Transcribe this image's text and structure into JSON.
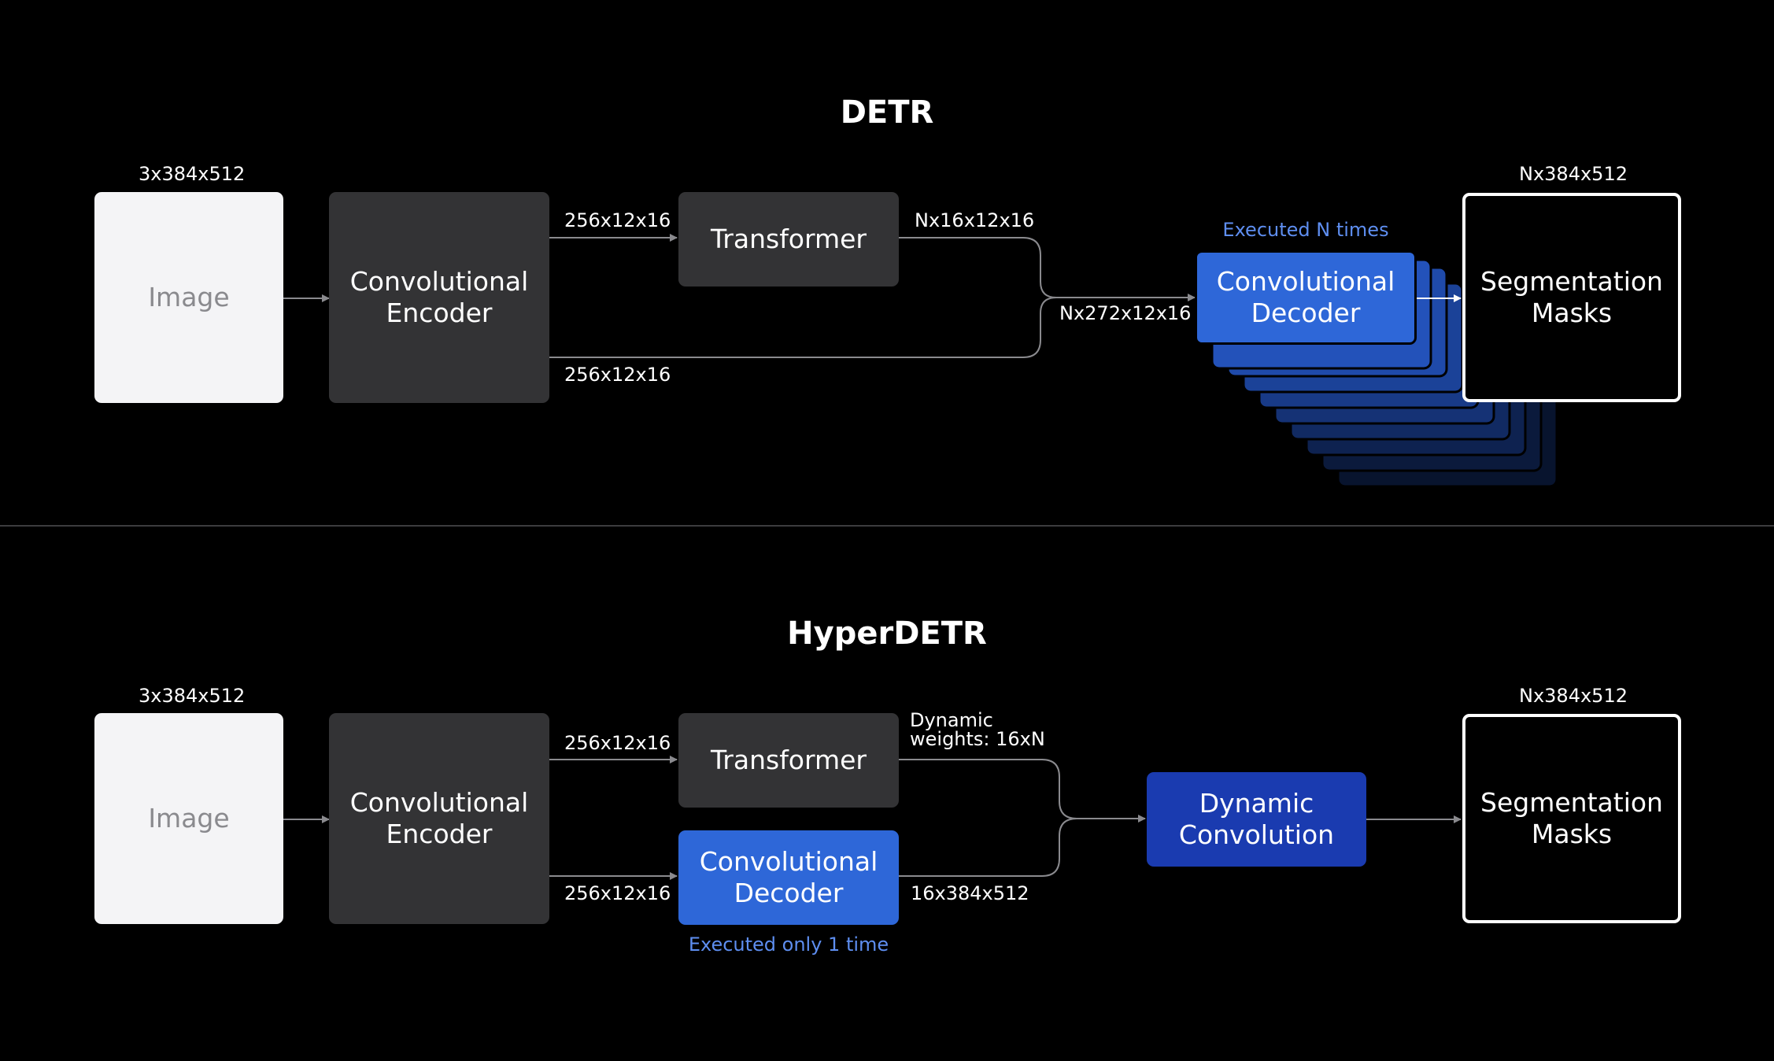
{
  "colors": {
    "background": "#000000",
    "image_box": "#f4f4f6",
    "dark_box": "#333335",
    "blue_box": "#2e67d8",
    "navy_box": "#1a3bb0",
    "note_text": "#5e8ef0",
    "line": "#8a8a8e"
  },
  "detr": {
    "title": "DETR",
    "input_dim": "3x384x512",
    "image_label": "Image",
    "encoder_label": "Convolutional\nEncoder",
    "enc_to_transformer_dim": "256x12x16",
    "enc_skip_dim": "256x12x16",
    "transformer_label": "Transformer",
    "transformer_out_dim": "Nx16x12x16",
    "merged_dim": "Nx272x12x16",
    "decoder_note": "Executed N times",
    "decoder_label": "Convolutional\nDecoder",
    "output_dim": "Nx384x512",
    "output_label": "Segmentation\nMasks"
  },
  "hyperdetr": {
    "title": "HyperDETR",
    "input_dim": "3x384x512",
    "image_label": "Image",
    "encoder_label": "Convolutional\nEncoder",
    "enc_to_transformer_dim": "256x12x16",
    "enc_to_decoder_dim": "256x12x16",
    "transformer_label": "Transformer",
    "transformer_out_dim": "Dynamic\nweights: 16xN",
    "decoder_label": "Convolutional\nDecoder",
    "decoder_out_dim": "16x384x512",
    "decoder_note": "Executed only 1 time",
    "dynamic_label": "Dynamic\nConvolution",
    "output_dim": "Nx384x512",
    "output_label": "Segmentation\nMasks"
  }
}
